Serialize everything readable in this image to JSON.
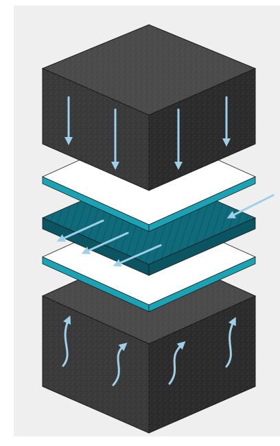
{
  "colors": {
    "background_panel": "#efefef",
    "foam_top": "#4b4b4b",
    "foam_left": "#3a3a3a",
    "foam_right": "#2c2c2c",
    "sheet_white": "#ffffff",
    "sheet_shade": "#ececec",
    "sheet_edge": "#1aa3b5",
    "core_top": "#0f6a7a",
    "core_side": "#0b5562",
    "arrow": "#9fd0ea",
    "outline": "#1a1a1a"
  },
  "icons": {
    "down_arrow": "down-arrow-icon",
    "diagonal_arrow": "diagonal-arrow-icon",
    "wavy_up_arrow": "wavy-up-arrow-icon"
  },
  "layers": [
    "top-foam-block",
    "upper-white-sheet",
    "teal-core",
    "lower-white-sheet",
    "bottom-foam-block"
  ]
}
